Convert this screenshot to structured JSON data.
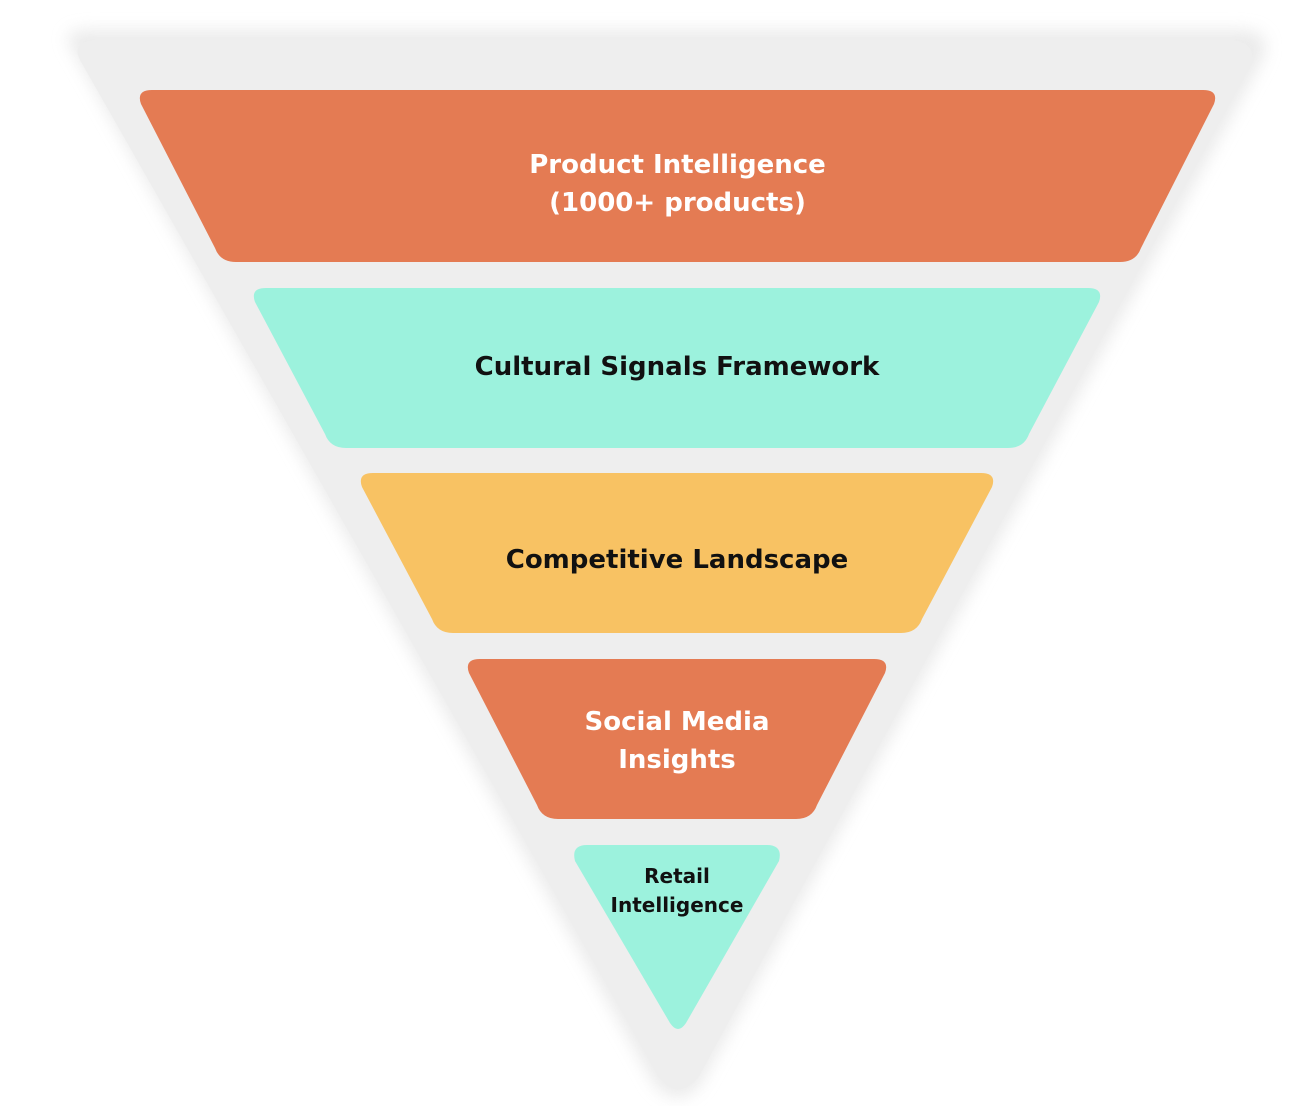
{
  "colors": {
    "background": "#ffffff",
    "funnel_backdrop": "#eeeeee",
    "orange": "#e47b53",
    "mint": "#9cf2dd",
    "yellow": "#f8c263",
    "text_light": "#ffffff",
    "text_dark": "#111111"
  },
  "funnel": {
    "layers": [
      {
        "id": "product-intelligence",
        "lines": [
          "Product Intelligence",
          "(1000+ products)"
        ],
        "fill": "#e47b53",
        "text_color": "#ffffff"
      },
      {
        "id": "cultural-signals",
        "lines": [
          "Cultural Signals Framework"
        ],
        "fill": "#9cf2dd",
        "text_color": "#111111"
      },
      {
        "id": "competitive-landscape",
        "lines": [
          "Competitive Landscape"
        ],
        "fill": "#f8c263",
        "text_color": "#111111"
      },
      {
        "id": "social-media",
        "lines": [
          "Social Media",
          "Insights"
        ],
        "fill": "#e47b53",
        "text_color": "#ffffff"
      },
      {
        "id": "retail-intelligence",
        "lines": [
          "Retail",
          "Intelligence"
        ],
        "fill": "#9cf2dd",
        "text_color": "#111111"
      }
    ]
  }
}
